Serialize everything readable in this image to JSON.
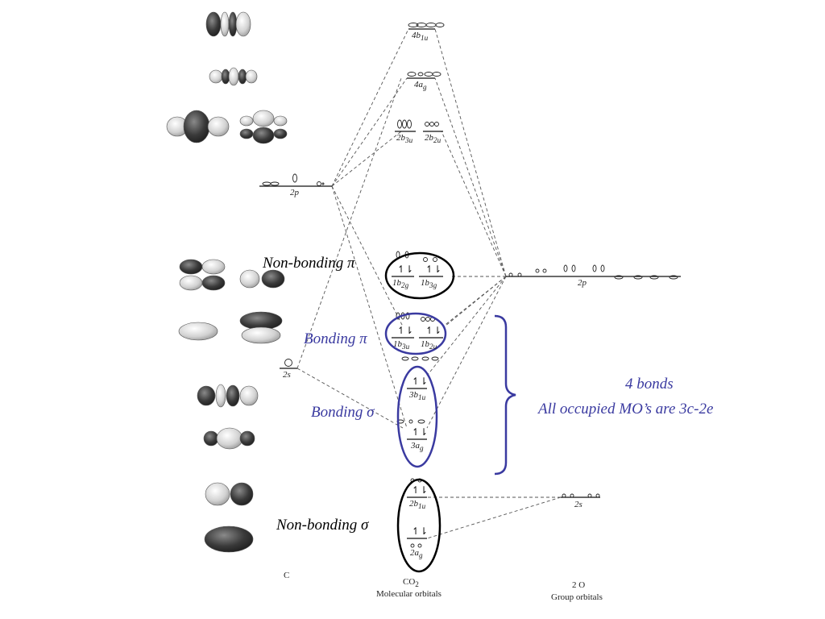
{
  "columns": {
    "atom": "C",
    "molecule": "CO",
    "molecule_sub": "2",
    "molecule_caption": "Molecular orbitals",
    "group": "2 O",
    "group_caption": "Group orbitals"
  },
  "carbon_orbitals": [
    {
      "label": "2p",
      "sub": ""
    },
    {
      "label": "2s",
      "sub": ""
    }
  ],
  "oxygen_orbitals": [
    {
      "label": "2p",
      "sub": ""
    },
    {
      "label": "2s",
      "sub": ""
    }
  ],
  "molecular_orbitals": [
    {
      "label": "4b",
      "sub": "1u",
      "electrons": ""
    },
    {
      "label": "4a",
      "sub": "g",
      "electrons": ""
    },
    {
      "label": "2b",
      "sub": "3u",
      "electrons": ""
    },
    {
      "label": "2b",
      "sub": "2u",
      "electrons": ""
    },
    {
      "label": "1b",
      "sub": "2g",
      "electrons": "↿⇂"
    },
    {
      "label": "1b",
      "sub": "3g",
      "electrons": "↿⇂"
    },
    {
      "label": "1b",
      "sub": "3u",
      "electrons": "↿⇂"
    },
    {
      "label": "1b",
      "sub": "2u",
      "electrons": "↿⇂"
    },
    {
      "label": "3b",
      "sub": "1u",
      "electrons": "↿⇂"
    },
    {
      "label": "3a",
      "sub": "g",
      "electrons": "↿⇂"
    },
    {
      "label": "2b",
      "sub": "1u",
      "electrons": "↿⇂"
    },
    {
      "label": "2a",
      "sub": "g",
      "electrons": "↿⇂"
    }
  ],
  "annotations": {
    "nonbonding_pi": "Non-bonding π",
    "bonding_pi": "Bonding π",
    "bonding_sigma": "Bonding σ",
    "nonbonding_sigma": "Non-bonding σ",
    "bonds_line1": "4 bonds",
    "bonds_line2": "All occupied MO’s are 3c-2e"
  },
  "colors": {
    "annotation_blue": "#3a3aa0",
    "annotation_black": "#000000",
    "lobe_dark": "#3c3c3c",
    "lobe_light": "#d8d8d8"
  }
}
